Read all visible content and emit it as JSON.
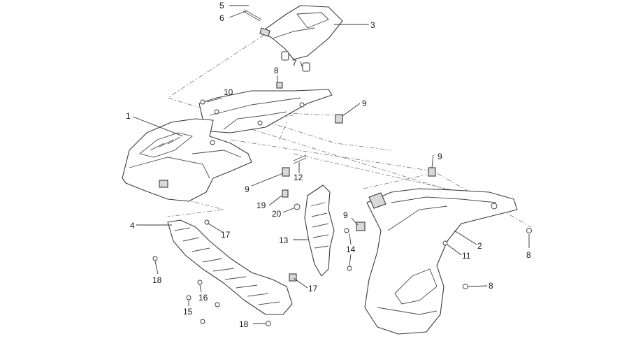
{
  "diagram": {
    "callouts": [
      {
        "id": "c5",
        "label": "5"
      },
      {
        "id": "c6",
        "label": "6"
      },
      {
        "id": "c3",
        "label": "3"
      },
      {
        "id": "c8a",
        "label": "8"
      },
      {
        "id": "c7",
        "label": "7"
      },
      {
        "id": "c10",
        "label": "10"
      },
      {
        "id": "c9a",
        "label": "9"
      },
      {
        "id": "c1",
        "label": "1"
      },
      {
        "id": "c9b",
        "label": "9"
      },
      {
        "id": "c9c",
        "label": "9"
      },
      {
        "id": "c12",
        "label": "12"
      },
      {
        "id": "c19",
        "label": "19"
      },
      {
        "id": "c20",
        "label": "20"
      },
      {
        "id": "c9d",
        "label": "9"
      },
      {
        "id": "c4",
        "label": "4"
      },
      {
        "id": "c17a",
        "label": "17"
      },
      {
        "id": "c13",
        "label": "13"
      },
      {
        "id": "c14",
        "label": "14"
      },
      {
        "id": "c2",
        "label": "2"
      },
      {
        "id": "c8b",
        "label": "8"
      },
      {
        "id": "c11",
        "label": "11"
      },
      {
        "id": "c18a",
        "label": "18"
      },
      {
        "id": "c16",
        "label": "16"
      },
      {
        "id": "c17b",
        "label": "17"
      },
      {
        "id": "c8c",
        "label": "8"
      },
      {
        "id": "c15",
        "label": "15"
      },
      {
        "id": "c18b",
        "label": "18"
      }
    ]
  }
}
